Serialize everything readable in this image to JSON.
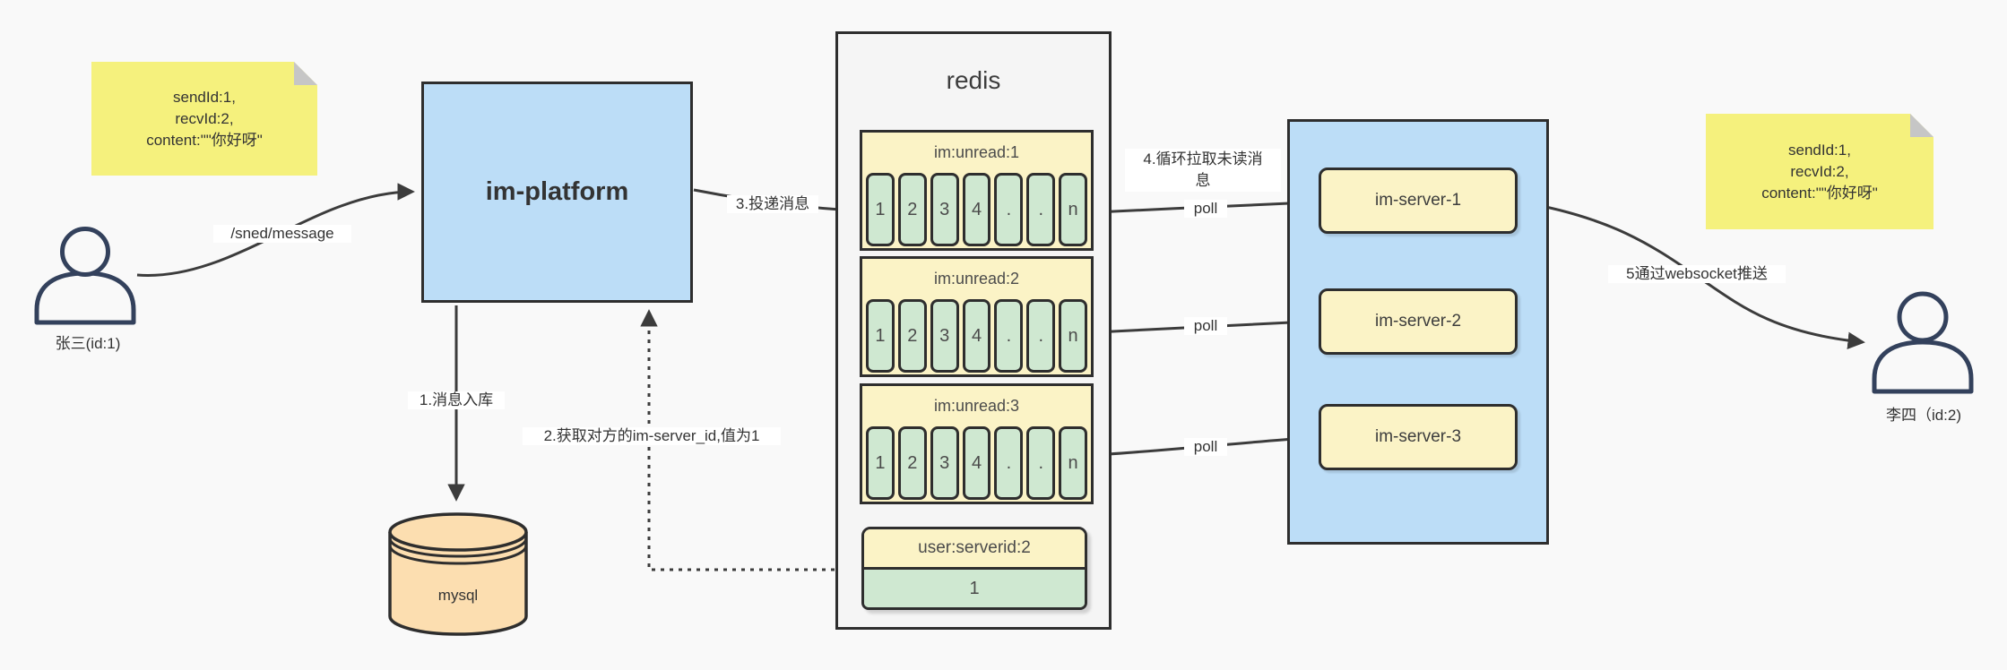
{
  "notes": {
    "left": {
      "lines": [
        "sendId:1,",
        "recvId:2,",
        "content:\"\"你好呀\""
      ]
    },
    "right": {
      "lines": [
        "sendId:1,",
        "recvId:2,",
        "content:\"\"你好呀\""
      ]
    }
  },
  "actors": {
    "sender": {
      "label": "张三(id:1)"
    },
    "receiver": {
      "label": "李四（id:2)"
    }
  },
  "platform": {
    "label": "im-platform"
  },
  "database": {
    "label": "mysql"
  },
  "redis": {
    "title": "redis",
    "queues": [
      {
        "name": "im:unread:1",
        "cells": [
          "1",
          "2",
          "3",
          "4",
          ".",
          ".",
          "n"
        ]
      },
      {
        "name": "im:unread:2",
        "cells": [
          "1",
          "2",
          "3",
          "4",
          ".",
          ".",
          "n"
        ]
      },
      {
        "name": "im:unread:3",
        "cells": [
          "1",
          "2",
          "3",
          "4",
          ".",
          ".",
          "n"
        ]
      }
    ],
    "kv": {
      "key": "user:serverid:2",
      "value": "1"
    }
  },
  "servers": {
    "items": [
      {
        "label": "im-server-1"
      },
      {
        "label": "im-server-2"
      },
      {
        "label": "im-server-3"
      }
    ]
  },
  "edges": {
    "send": "/sned/message",
    "store": "1.消息入库",
    "fetch": "2.获取对方的im-server_id,值为1",
    "deliver": "3.投递消息",
    "pull_line1": "4.循环拉取未读消",
    "pull_line2": "息",
    "poll": "poll",
    "push": "5通过websocket推送"
  },
  "colors": {
    "background": "#f9f9f9",
    "node_blue": "#bcddf7",
    "note_yellow": "#f5f17d",
    "pale_yellow": "#fbf3c6",
    "cell_green": "#cfe8d1",
    "mysql_orange": "#fcdeb0",
    "redis_gray": "#f5f5f5",
    "border_dark": "#2e2e2e",
    "arrow": "#3c3c3c",
    "person_stroke": "#33415c"
  }
}
